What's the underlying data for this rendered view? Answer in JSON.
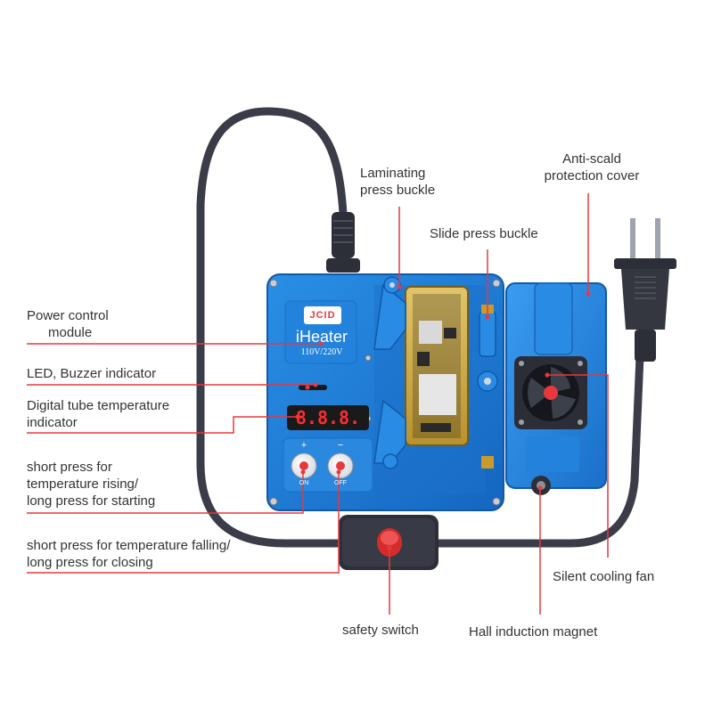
{
  "product": {
    "brand_logo": "JCID",
    "name": "iHeater",
    "voltage": "110V/220V",
    "display_value": "8.8.8.",
    "plus_sign": "+",
    "minus_sign": "−",
    "on_label": "ON",
    "off_label": "OFF"
  },
  "colors": {
    "device_blue": "#1f7fd6",
    "callout_red": "#e8383d",
    "cable": "#3a3d48",
    "text": "#333333"
  },
  "callouts": {
    "power_control": [
      "Power control",
      "module"
    ],
    "led_buzzer": [
      "LED, Buzzer indicator"
    ],
    "digital_tube": [
      "Digital tube temperature",
      "indicator"
    ],
    "temp_rising": [
      "short press for",
      "temperature rising/",
      "long press for starting"
    ],
    "temp_falling": [
      "short press for temperature falling/",
      "long press for closing"
    ],
    "laminating": [
      "Laminating",
      "press buckle"
    ],
    "anti_scald": [
      "Anti-scald",
      "protection cover"
    ],
    "slide_press": [
      "Slide press buckle"
    ],
    "cooling_fan": [
      "Silent cooling fan"
    ],
    "hall_magnet": [
      "Hall induction magnet"
    ],
    "safety_switch": [
      "safety switch"
    ]
  }
}
